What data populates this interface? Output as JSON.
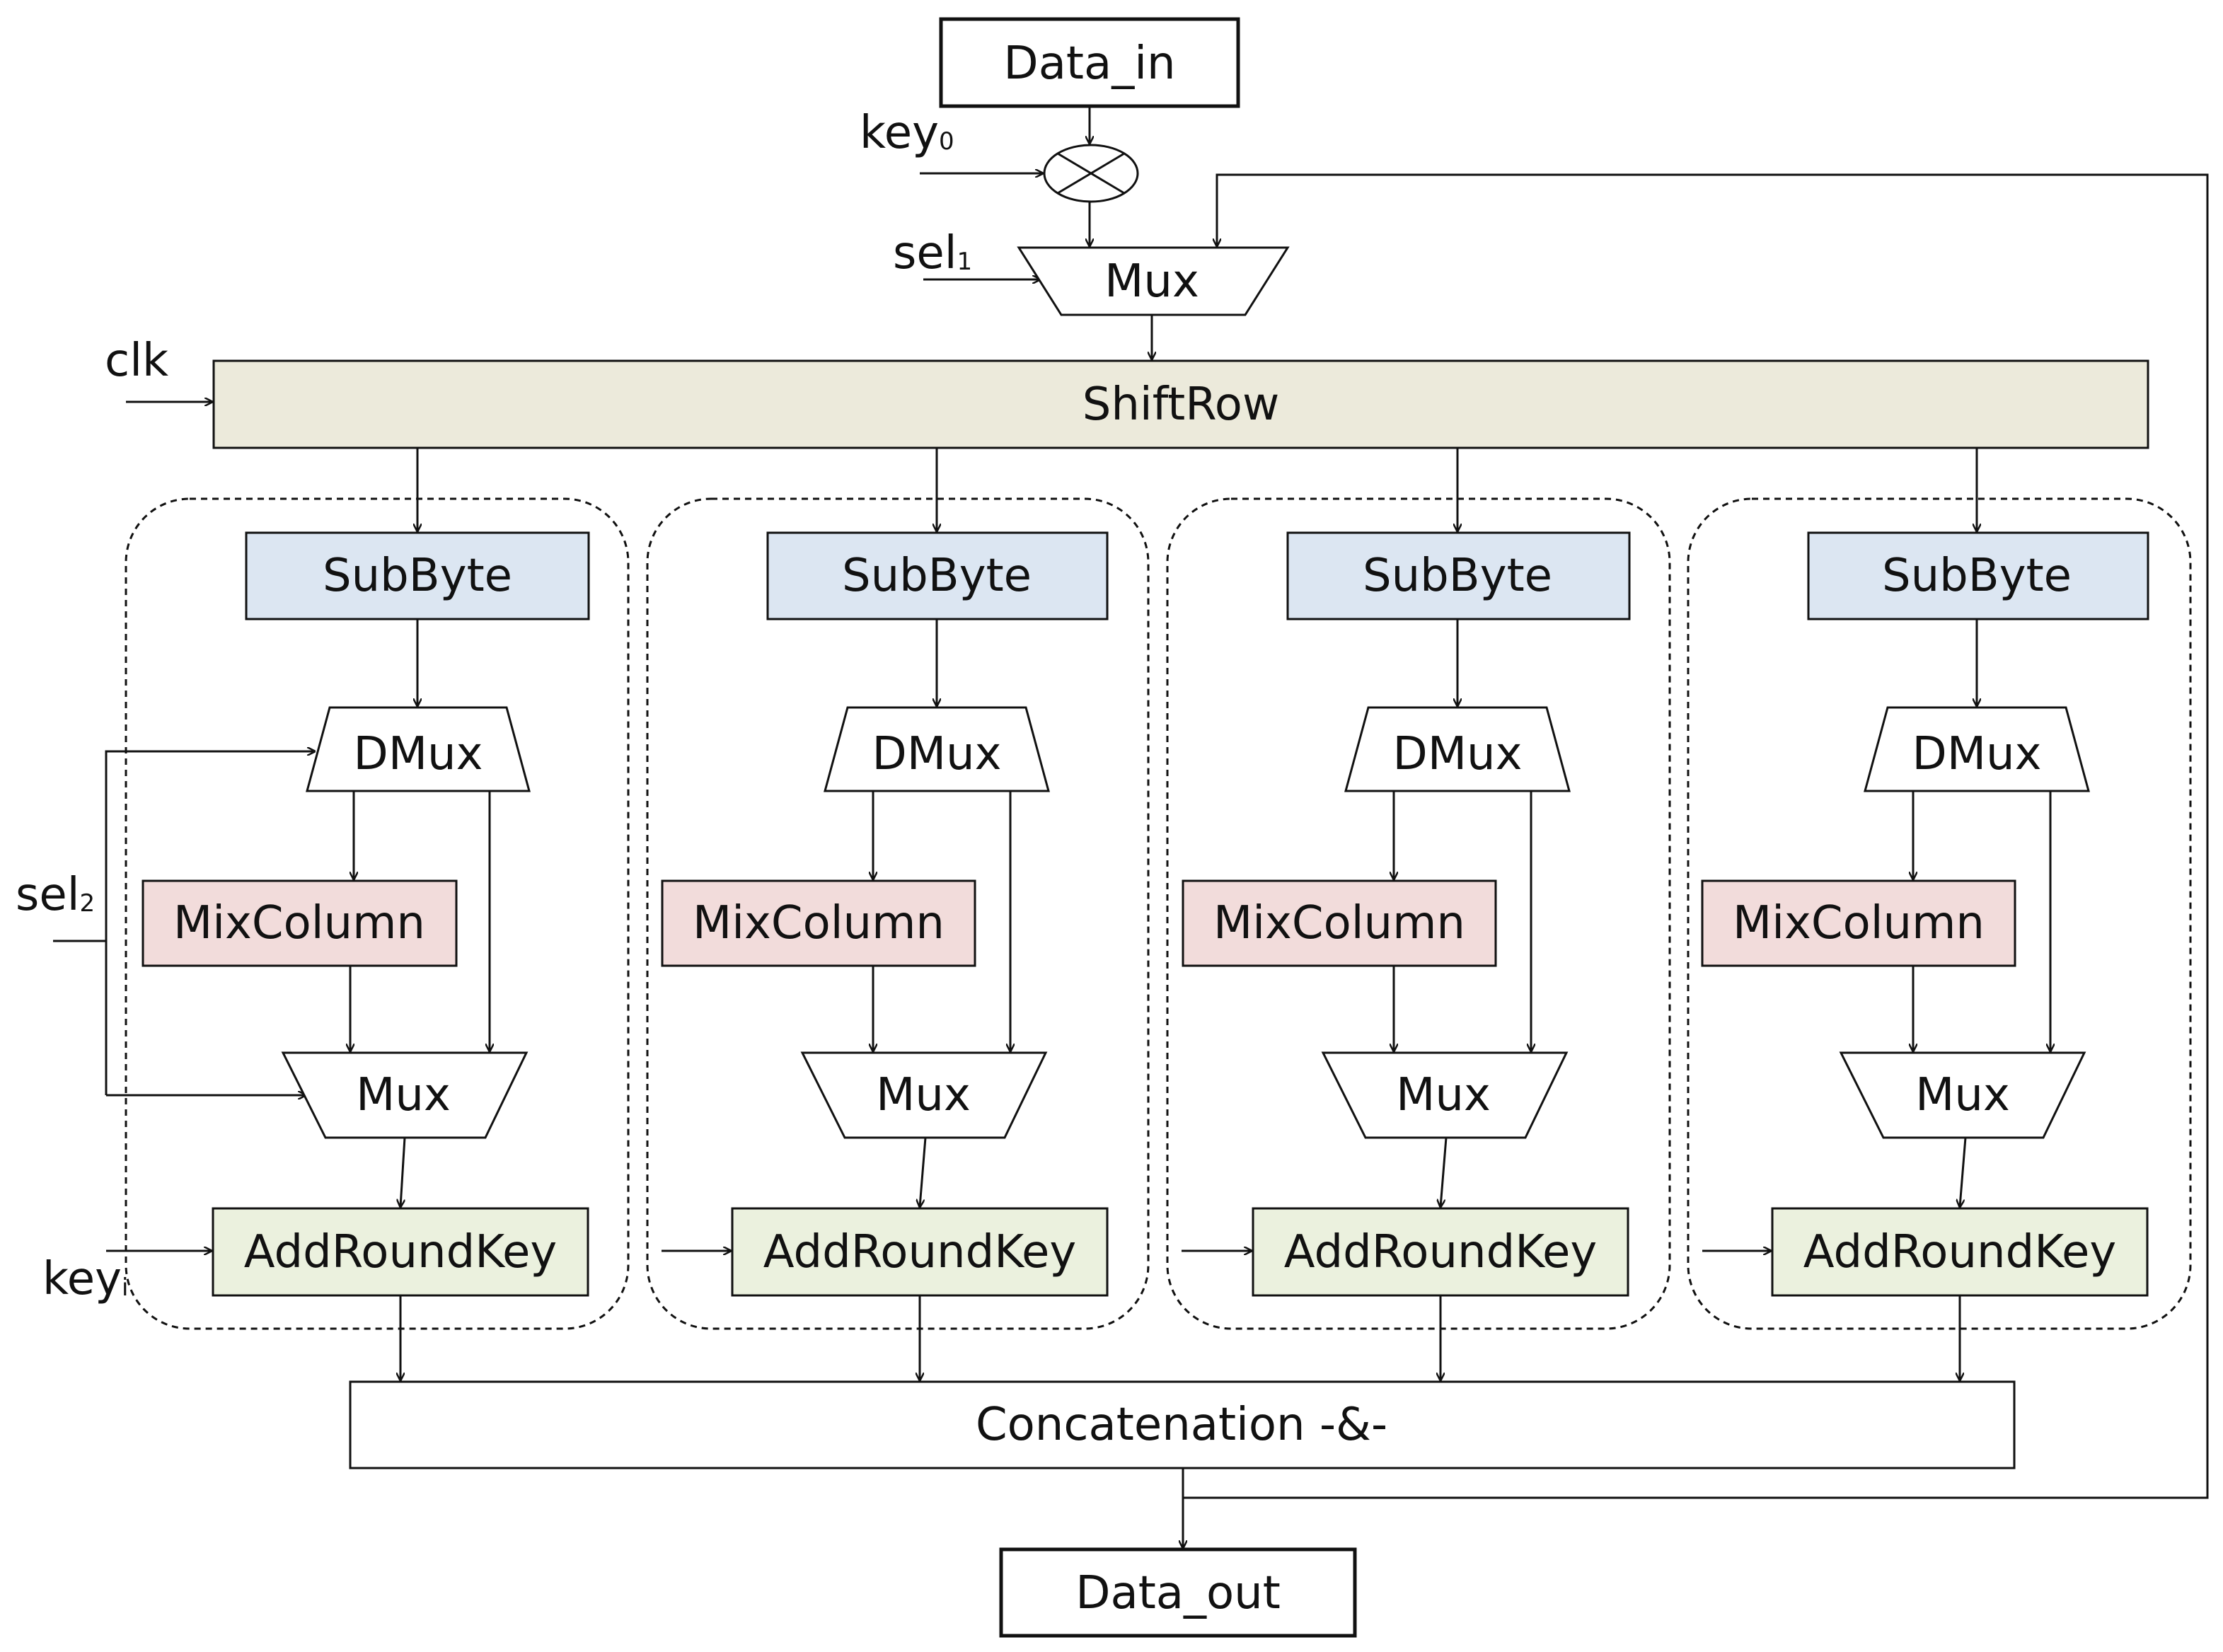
{
  "inputs": {
    "data_in": "Data_in",
    "key0": "key",
    "key0_sub": "0",
    "sel1": "sel",
    "sel1_sub": "1",
    "clk": "clk",
    "sel2": "sel",
    "sel2_sub": "2",
    "keyi": "key",
    "keyi_sub": "i"
  },
  "top": {
    "mux": "Mux",
    "shiftrow": "ShiftRow"
  },
  "columns": [
    {
      "subbyte": "SubByte",
      "dmux": "DMux",
      "mixcolumn": "MixColumn",
      "mux": "Mux",
      "addroundkey": "AddRoundKey"
    },
    {
      "subbyte": "SubByte",
      "dmux": "DMux",
      "mixcolumn": "MixColumn",
      "mux": "Mux",
      "addroundkey": "AddRoundKey"
    },
    {
      "subbyte": "SubByte",
      "dmux": "DMux",
      "mixcolumn": "MixColumn",
      "mux": "Mux",
      "addroundkey": "AddRoundKey"
    },
    {
      "subbyte": "SubByte",
      "dmux": "DMux",
      "mixcolumn": "MixColumn",
      "mux": "Mux",
      "addroundkey": "AddRoundKey"
    }
  ],
  "bottom": {
    "concatenation": "Concatenation -&-",
    "data_out": "Data_out"
  },
  "colors": {
    "shiftrow_fill": "#ECEADB",
    "subbyte_fill": "#DCE6F2",
    "mixcolumn_fill": "#F2DCDB",
    "addroundkey_fill": "#EBF1DE"
  }
}
